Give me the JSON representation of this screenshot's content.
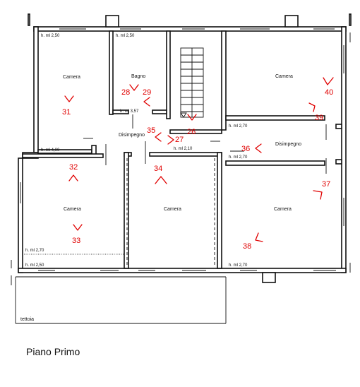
{
  "caption": "Piano Primo",
  "rooms": [
    {
      "id": "camera-nw",
      "label": "Camera"
    },
    {
      "id": "bagno",
      "label": "Bagno"
    },
    {
      "id": "camera-ne",
      "label": "Camera"
    },
    {
      "id": "disimpegno-w",
      "label": "Disimpegno"
    },
    {
      "id": "disimpegno-e",
      "label": "Disimpegno"
    },
    {
      "id": "camera-sw",
      "label": "Camera"
    },
    {
      "id": "camera-s",
      "label": "Camera"
    },
    {
      "id": "camera-se",
      "label": "Camera"
    },
    {
      "id": "tettoia",
      "label": "tettoia"
    }
  ],
  "dimensions": [
    "h. ml 2,50",
    "h. ml 2,50",
    "h. ml 3,57",
    "h. ml 4,00",
    "h. ml 2,10",
    "h. ml 2,70",
    "h. ml 2,70",
    "h. ml 2,70",
    "h. ml 2,50",
    "h. ml 2,70"
  ],
  "photo_markers": [
    "26",
    "27",
    "28",
    "29",
    "31",
    "32",
    "33",
    "34",
    "35",
    "36",
    "37",
    "38",
    "39",
    "40"
  ],
  "colors": {
    "marker": "#e00000",
    "walls": "#111111",
    "background": "#ffffff"
  }
}
